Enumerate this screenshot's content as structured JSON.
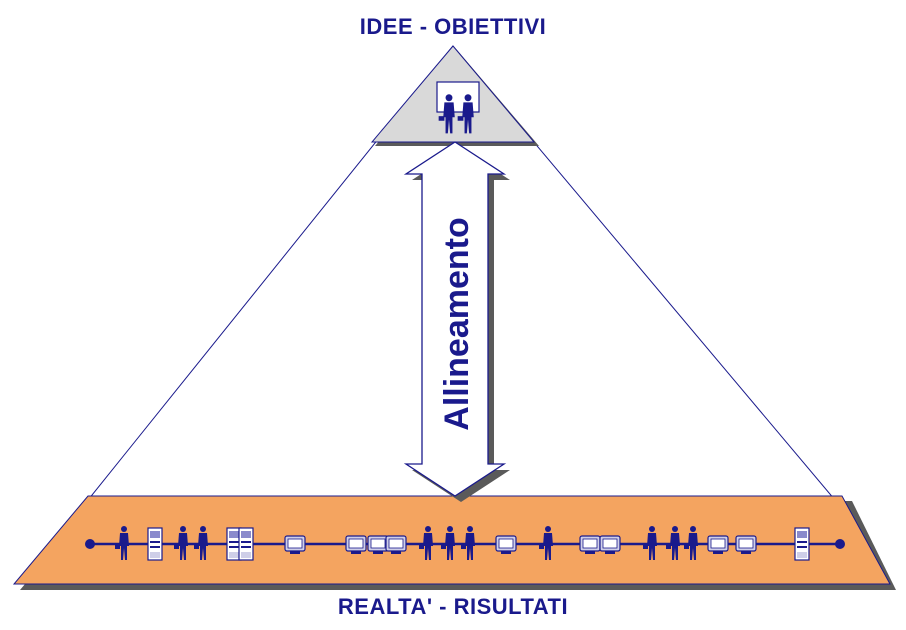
{
  "top_label": "IDEE - OBIETTIVI",
  "bottom_label": "REALTA' - RISULTATI",
  "arrow_label": "Allineamento",
  "colors": {
    "text": "#1a1a8c",
    "apex_fill": "#d9d9d9",
    "base_fill": "#f4a460",
    "figure": "#1a1a8c",
    "shadow": "#5a5a5a"
  },
  "icons": {
    "apex": "people-at-board-icon",
    "base_row": [
      "person",
      "kiosk",
      "person",
      "person",
      "kiosk",
      "kiosk",
      "monitor",
      "monitor",
      "monitor",
      "monitor",
      "person",
      "person",
      "person",
      "monitor",
      "person",
      "monitor",
      "monitor",
      "person",
      "person",
      "person",
      "monitor",
      "monitor",
      "kiosk"
    ]
  }
}
